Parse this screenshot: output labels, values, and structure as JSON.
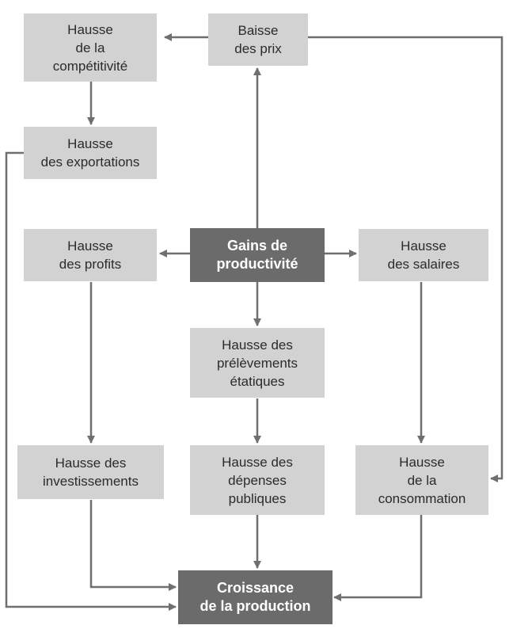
{
  "nodes": {
    "competitivite": "Hausse\nde la\ncompétitivité",
    "baisse_prix": "Baisse\ndes prix",
    "exportations": "Hausse\ndes exportations",
    "profits": "Hausse\ndes profits",
    "gains": "Gains de\nproductivité",
    "salaires": "Hausse\ndes salaires",
    "prelevements": "Hausse des\nprélèvements\nétatiques",
    "investissements": "Hausse des\ninvestissements",
    "depenses": "Hausse des\ndépenses\npubliques",
    "consommation": "Hausse\nde la\nconsommation",
    "croissance": "Croissance\nde la production"
  },
  "colors": {
    "box": "#d2d2d2",
    "main_box": "#6b6b6b",
    "arrow": "#6f6f6f"
  }
}
